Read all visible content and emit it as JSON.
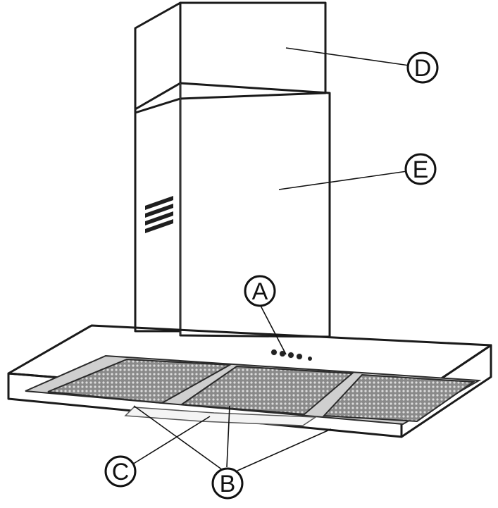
{
  "diagram": {
    "labels": {
      "A": "A",
      "B": "B",
      "C": "C",
      "D": "D",
      "E": "E"
    }
  }
}
